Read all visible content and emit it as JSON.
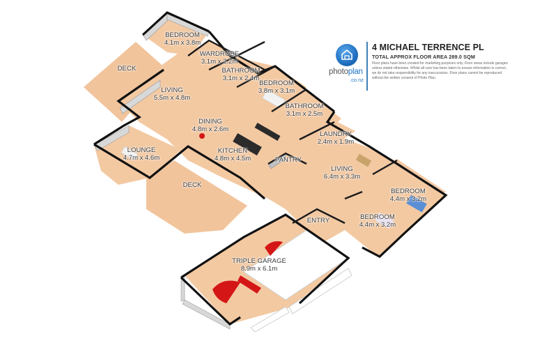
{
  "brand": {
    "logo_word_1": "photo",
    "logo_word_2": "plan",
    "logo_suffix": ".co.nz",
    "accent_color": "#1f73c8"
  },
  "header": {
    "title": "4 MICHAEL TERRENCE PL",
    "subtitle": "TOTAL APPROX FLOOR AREA 289.0 SQM",
    "disclaimer": "Floor plans have been created for marketing purposes only. Floor areas include garages unless stated otherwise. Whilst all care has been taken to ensure information is correct, we do not take responsibility for any inaccuracies. Floor plans cannot be reproduced without the written consent of Photo Plan."
  },
  "rooms": [
    {
      "name": "BEDROOM",
      "dims": "4.1m x 3.8m"
    },
    {
      "name": "WARDROBE",
      "dims": "3.1m x 2.2m"
    },
    {
      "name": "BATHROOM",
      "dims": "3.1m x 2.4m"
    },
    {
      "name": "BEDROOM",
      "dims": "3.8m x 3.1m"
    },
    {
      "name": "BATHROOM",
      "dims": "3.1m x 2.5m"
    },
    {
      "name": "DECK",
      "dims": ""
    },
    {
      "name": "LIVING",
      "dims": "5.5m x 4.8m"
    },
    {
      "name": "DINING",
      "dims": "4.8m x 2.6m"
    },
    {
      "name": "LOUNGE",
      "dims": "4.7m x 4.6m"
    },
    {
      "name": "KITCHEN",
      "dims": "4.8m x 4.5m"
    },
    {
      "name": "PANTRY",
      "dims": ""
    },
    {
      "name": "DECK",
      "dims": ""
    },
    {
      "name": "LAUNDRY",
      "dims": "2.4m x 1.9m"
    },
    {
      "name": "LIVING",
      "dims": "6.4m x 3.3m"
    },
    {
      "name": "BEDROOM",
      "dims": "4.4m x 3.2m"
    },
    {
      "name": "BEDROOM",
      "dims": "4.4m x 3.2m"
    },
    {
      "name": "ENTRY",
      "dims": ""
    },
    {
      "name": "TRIPLE GARAGE",
      "dims": "8.9m x 6.1m"
    }
  ],
  "colors": {
    "floor": "#f3c9a2",
    "wall": "#d8d8d8",
    "outline": "#111111",
    "car": "#d41616",
    "logo_blue": "#1f6fc0"
  }
}
